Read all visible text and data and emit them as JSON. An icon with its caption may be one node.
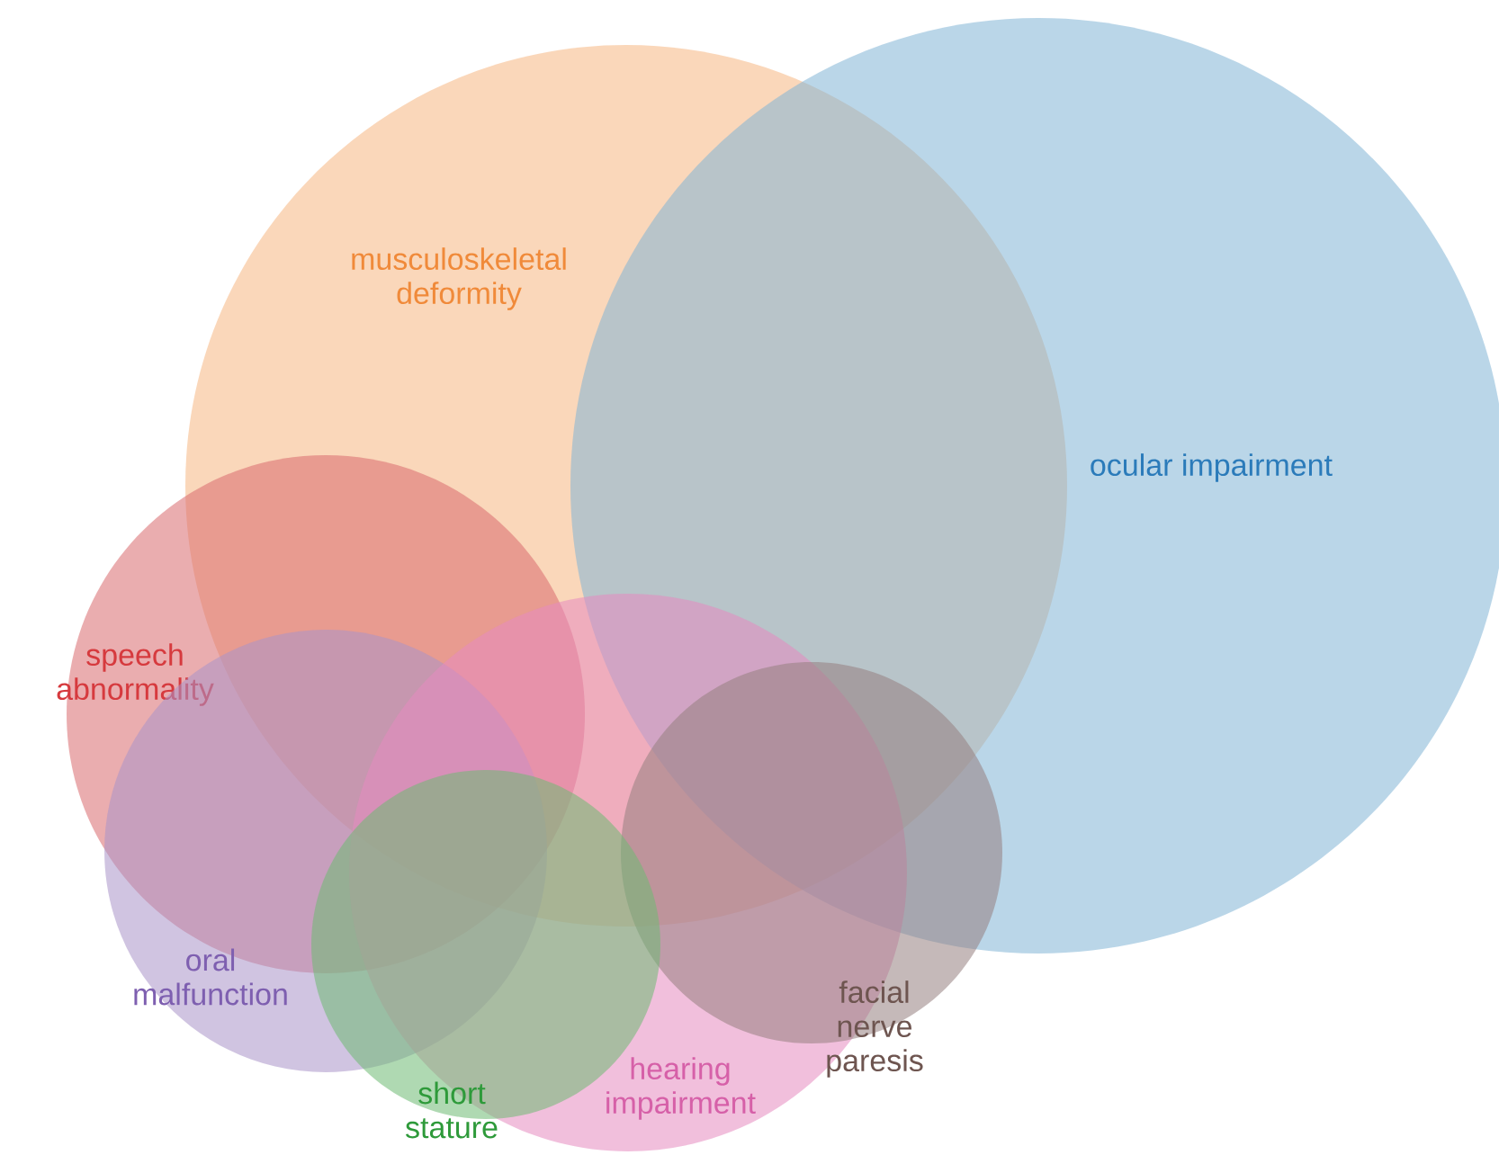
{
  "diagram": {
    "nodes": [
      {
        "text": [
          "musculoskeletal deformity"
        ]
      },
      {
        "text": [
          "ocular impairment"
        ]
      },
      {
        "text": [
          "speech abnormality"
        ]
      },
      {
        "text": [
          "oral malfunction"
        ]
      },
      {
        "text": [
          "hearing impairment"
        ]
      },
      {
        "text": [
          "facial nerve paresis"
        ]
      },
      {
        "text": [
          "short stature"
        ]
      }
    ]
  }
}
